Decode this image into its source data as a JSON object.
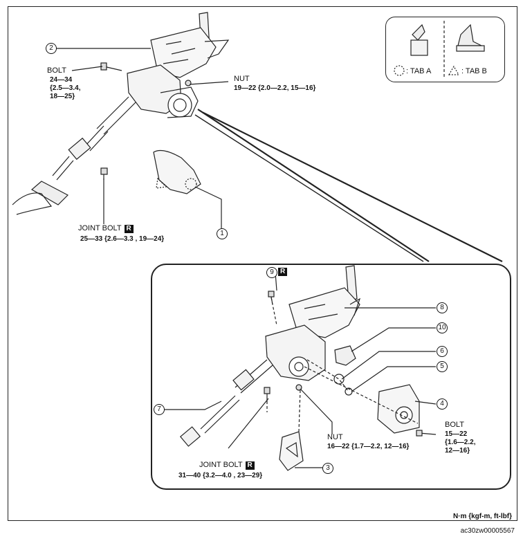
{
  "callouts": {
    "c1": "1",
    "c2": "2",
    "c3": "3",
    "c4": "4",
    "c5": "5",
    "c6": "6",
    "c7": "7",
    "c8": "8",
    "c9": "9",
    "c10": "10"
  },
  "legend": {
    "tab_a": ": TAB A",
    "tab_b": ": TAB B"
  },
  "labels": {
    "bolt_upper_title": "BOLT",
    "bolt_upper_torque": "24—34\n{2.5—3.4,\n18—25}",
    "nut_upper_title": "NUT",
    "nut_upper_torque": "19—22 {2.0—2.2, 15—16}",
    "joint_bolt_upper_title": "JOINT BOLT",
    "joint_bolt_upper_badge": "R",
    "joint_bolt_upper_torque": "25—33 {2.6—3.3 , 19—24}",
    "detail_9_badge": "R",
    "nut_detail_title": "NUT",
    "nut_detail_torque": "16—22 {1.7—2.2, 12—16}",
    "bolt_detail_title": "BOLT",
    "bolt_detail_torque": "15—22\n{1.6—2.2,\n12—16}",
    "joint_bolt_detail_title": "JOINT BOLT",
    "joint_bolt_detail_badge": "R",
    "joint_bolt_detail_torque": "31—40 {3.2—4.0 , 23—29}"
  },
  "footer": {
    "units": "N·m {kgf-m, ft-lbf}",
    "code": "ac30zw00005567"
  }
}
